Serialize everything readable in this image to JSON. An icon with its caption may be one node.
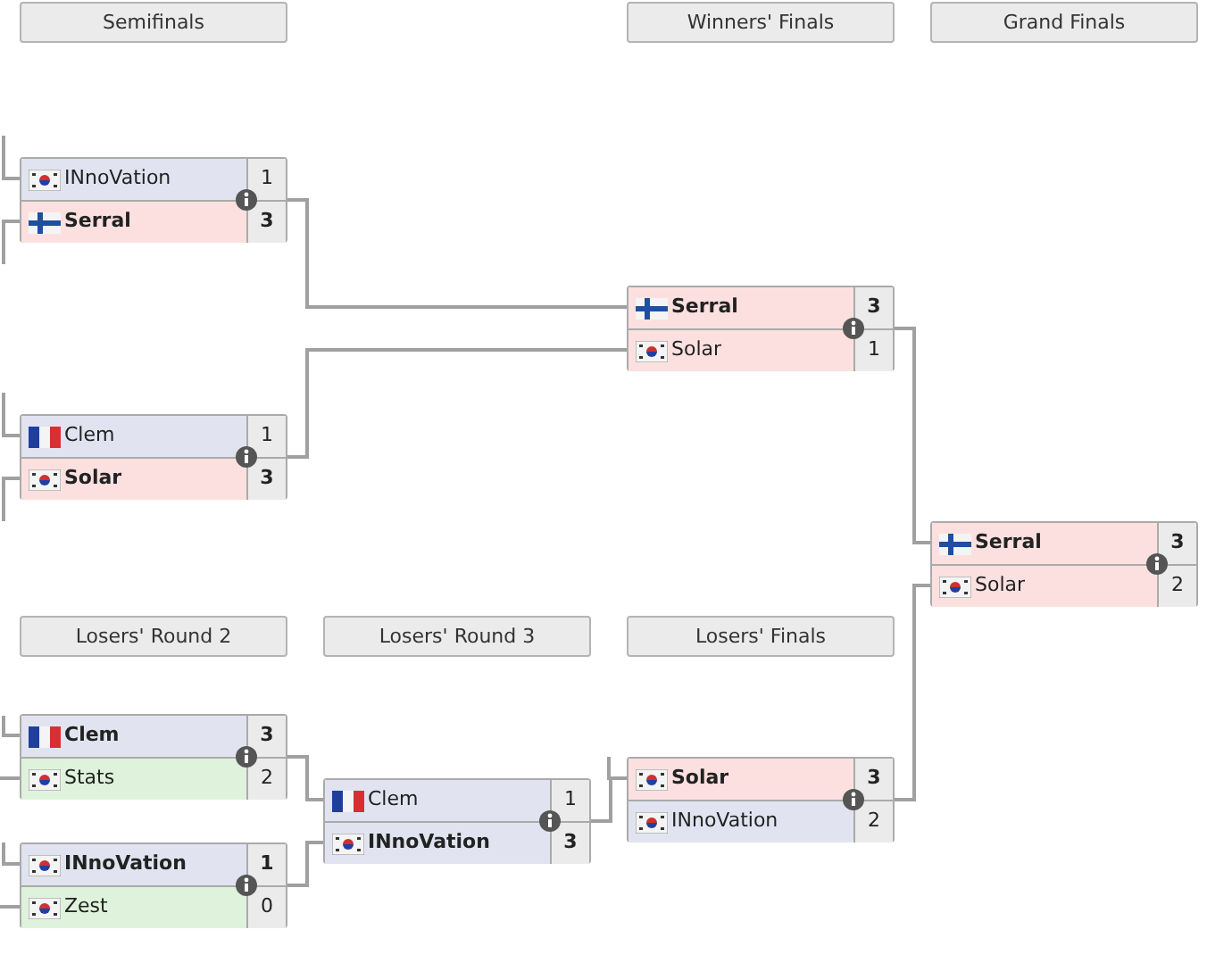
{
  "diagram": {
    "nodes": [
      {
        "text": [
          "Semifinals"
        ]
      },
      {
        "text": [
          "Winners' Finals"
        ]
      },
      {
        "text": [
          "Grand Finals"
        ]
      },
      {
        "text": [
          "Losers' Round 2"
        ]
      },
      {
        "text": [
          "Losers' Round 3"
        ]
      },
      {
        "text": [
          "Losers' Finals"
        ]
      },
      {
        "text": [
          "INnoVation",
          "1",
          "Serral",
          "3"
        ]
      },
      {
        "text": [
          "Clem",
          "1",
          "Solar",
          "3"
        ]
      },
      {
        "text": [
          "Serral",
          "3",
          "Solar",
          "1"
        ]
      },
      {
        "text": [
          "Serral",
          "3",
          "Solar",
          "2"
        ]
      },
      {
        "text": [
          "Clem",
          "3",
          "Stats",
          "2"
        ]
      },
      {
        "text": [
          "INnoVation",
          "1",
          "Zest",
          "0"
        ]
      },
      {
        "text": [
          "Clem",
          "1",
          "INnoVation",
          "3"
        ]
      },
      {
        "text": [
          "Solar",
          "3",
          "INnoVation",
          "2"
        ]
      }
    ],
    "edges": [
      {
        "from": null,
        "to": 6,
        "arrow": "none"
      },
      {
        "from": null,
        "to": 6,
        "arrow": "none"
      },
      {
        "from": null,
        "to": 7,
        "arrow": "none"
      },
      {
        "from": null,
        "to": 7,
        "arrow": "none"
      },
      {
        "from": 6,
        "to": 8,
        "arrow": "none"
      },
      {
        "from": 7,
        "to": 8,
        "arrow": "none"
      },
      {
        "from": 8,
        "to": 9,
        "arrow": "none"
      },
      {
        "from": 13,
        "to": 9,
        "arrow": "none"
      },
      {
        "from": null,
        "to": 10,
        "arrow": "none"
      },
      {
        "from": null,
        "to": 10,
        "arrow": "none"
      },
      {
        "from": null,
        "to": 11,
        "arrow": "none"
      },
      {
        "from": null,
        "to": 11,
        "arrow": "none"
      },
      {
        "from": 10,
        "to": 12,
        "arrow": "none"
      },
      {
        "from": 11,
        "to": 12,
        "arrow": "none"
      },
      {
        "from": 12,
        "to": 13,
        "arrow": "none"
      },
      {
        "from": null,
        "to": 13,
        "arrow": "none"
      }
    ]
  }
}
